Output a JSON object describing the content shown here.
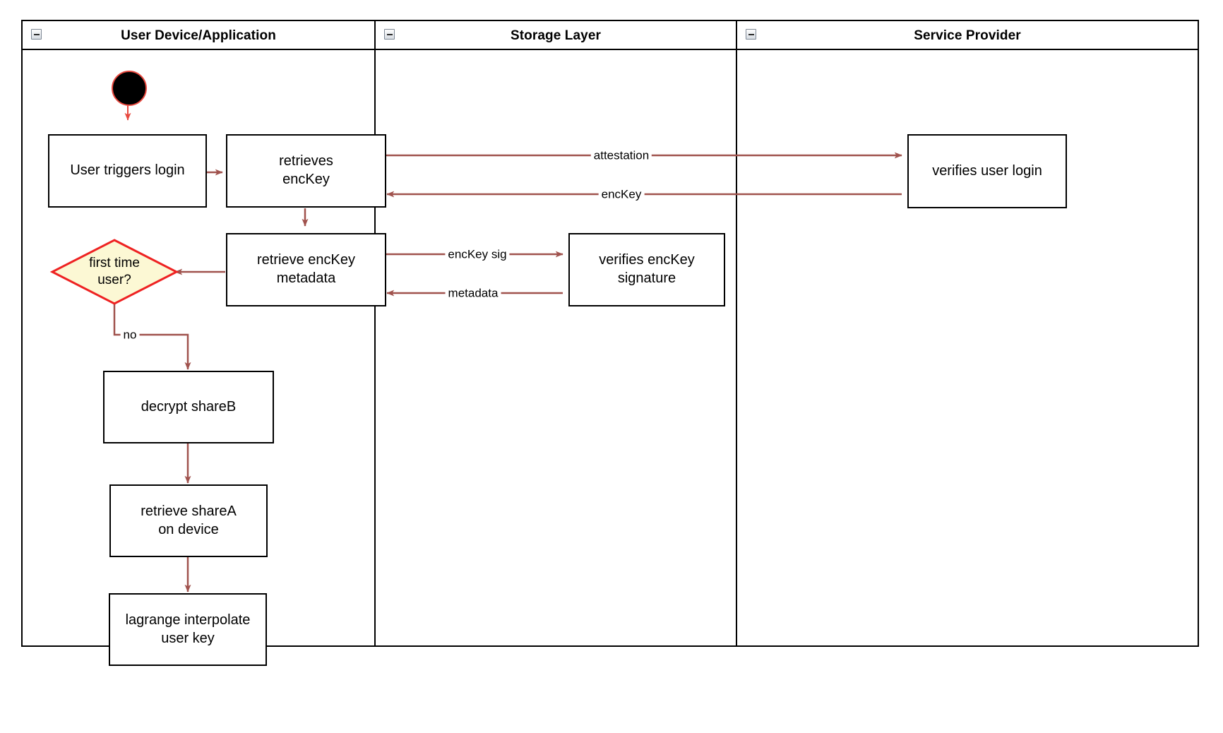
{
  "diagram": {
    "type": "swimlane-flowchart",
    "lanes": [
      {
        "id": "user-device",
        "title": "User Device/Application",
        "collapse_icon": "collapse-minus-icon"
      },
      {
        "id": "storage-layer",
        "title": "Storage Layer",
        "collapse_icon": "collapse-minus-icon"
      },
      {
        "id": "service-provider",
        "title": "Service Provider",
        "collapse_icon": "collapse-minus-icon"
      }
    ],
    "nodes": [
      {
        "id": "start",
        "shape": "start-circle",
        "label": "",
        "lane": "user-device"
      },
      {
        "id": "user-triggers-login",
        "shape": "process",
        "label": "User triggers login",
        "lane": "user-device"
      },
      {
        "id": "retrieves-enckey",
        "shape": "process",
        "label": "retrieves\nencKey",
        "line1": "retrieves",
        "line2": "encKey",
        "lane": "user-device"
      },
      {
        "id": "retrieve-enckey-metadata",
        "shape": "process",
        "label": "retrieve encKey\nmetadata",
        "line1": "retrieve encKey",
        "line2": "metadata",
        "lane": "user-device"
      },
      {
        "id": "first-time-user",
        "shape": "decision",
        "label": "first time\nuser?",
        "line1": "first time",
        "line2": "user?",
        "lane": "user-device"
      },
      {
        "id": "decrypt-shareb",
        "shape": "process",
        "label": "decrypt shareB",
        "lane": "user-device"
      },
      {
        "id": "retrieve-sharea-on-device",
        "shape": "process",
        "label": "retrieve shareA\non device",
        "line1": "retrieve shareA",
        "line2": "on device",
        "lane": "user-device"
      },
      {
        "id": "lagrange-interpolate-user-key",
        "shape": "process",
        "label": "lagrange interpolate\nuser key",
        "line1": "lagrange interpolate",
        "line2": "user key",
        "lane": "user-device"
      },
      {
        "id": "verifies-enckey-signature",
        "shape": "process",
        "label": "verifies encKey\nsignature",
        "line1": "verifies encKey",
        "line2": "signature",
        "lane": "storage-layer"
      },
      {
        "id": "verifies-user-login",
        "shape": "process",
        "label": "verifies user login",
        "lane": "service-provider"
      }
    ],
    "edges": [
      {
        "id": "e-start-login",
        "from": "start",
        "to": "user-triggers-login",
        "label": ""
      },
      {
        "id": "e-login-retrieves",
        "from": "user-triggers-login",
        "to": "retrieves-enckey",
        "label": ""
      },
      {
        "id": "e-attestation",
        "from": "retrieves-enckey",
        "to": "verifies-user-login",
        "label": "attestation"
      },
      {
        "id": "e-enckey",
        "from": "verifies-user-login",
        "to": "retrieves-enckey",
        "label": "encKey"
      },
      {
        "id": "e-retrieves-metadata",
        "from": "retrieves-enckey",
        "to": "retrieve-enckey-metadata",
        "label": ""
      },
      {
        "id": "e-enckey-sig",
        "from": "retrieve-enckey-metadata",
        "to": "verifies-enckey-signature",
        "label": "encKey sig"
      },
      {
        "id": "e-metadata",
        "from": "verifies-enckey-signature",
        "to": "retrieve-enckey-metadata",
        "label": "metadata"
      },
      {
        "id": "e-metadata-decision",
        "from": "retrieve-enckey-metadata",
        "to": "first-time-user",
        "label": ""
      },
      {
        "id": "e-no",
        "from": "first-time-user",
        "to": "decrypt-shareb",
        "label": "no"
      },
      {
        "id": "e-decrypt-sharea",
        "from": "decrypt-shareb",
        "to": "retrieve-sharea-on-device",
        "label": ""
      },
      {
        "id": "e-sharea-lagrange",
        "from": "retrieve-sharea-on-device",
        "to": "lagrange-interpolate-user-key",
        "label": ""
      }
    ],
    "colors": {
      "edge": "#A0524D",
      "start_outline": "#E8493F",
      "decision_fill": "#FCF8D4",
      "decision_stroke": "#EE2222",
      "node_stroke": "#000000",
      "background": "#FFFFFF"
    }
  }
}
